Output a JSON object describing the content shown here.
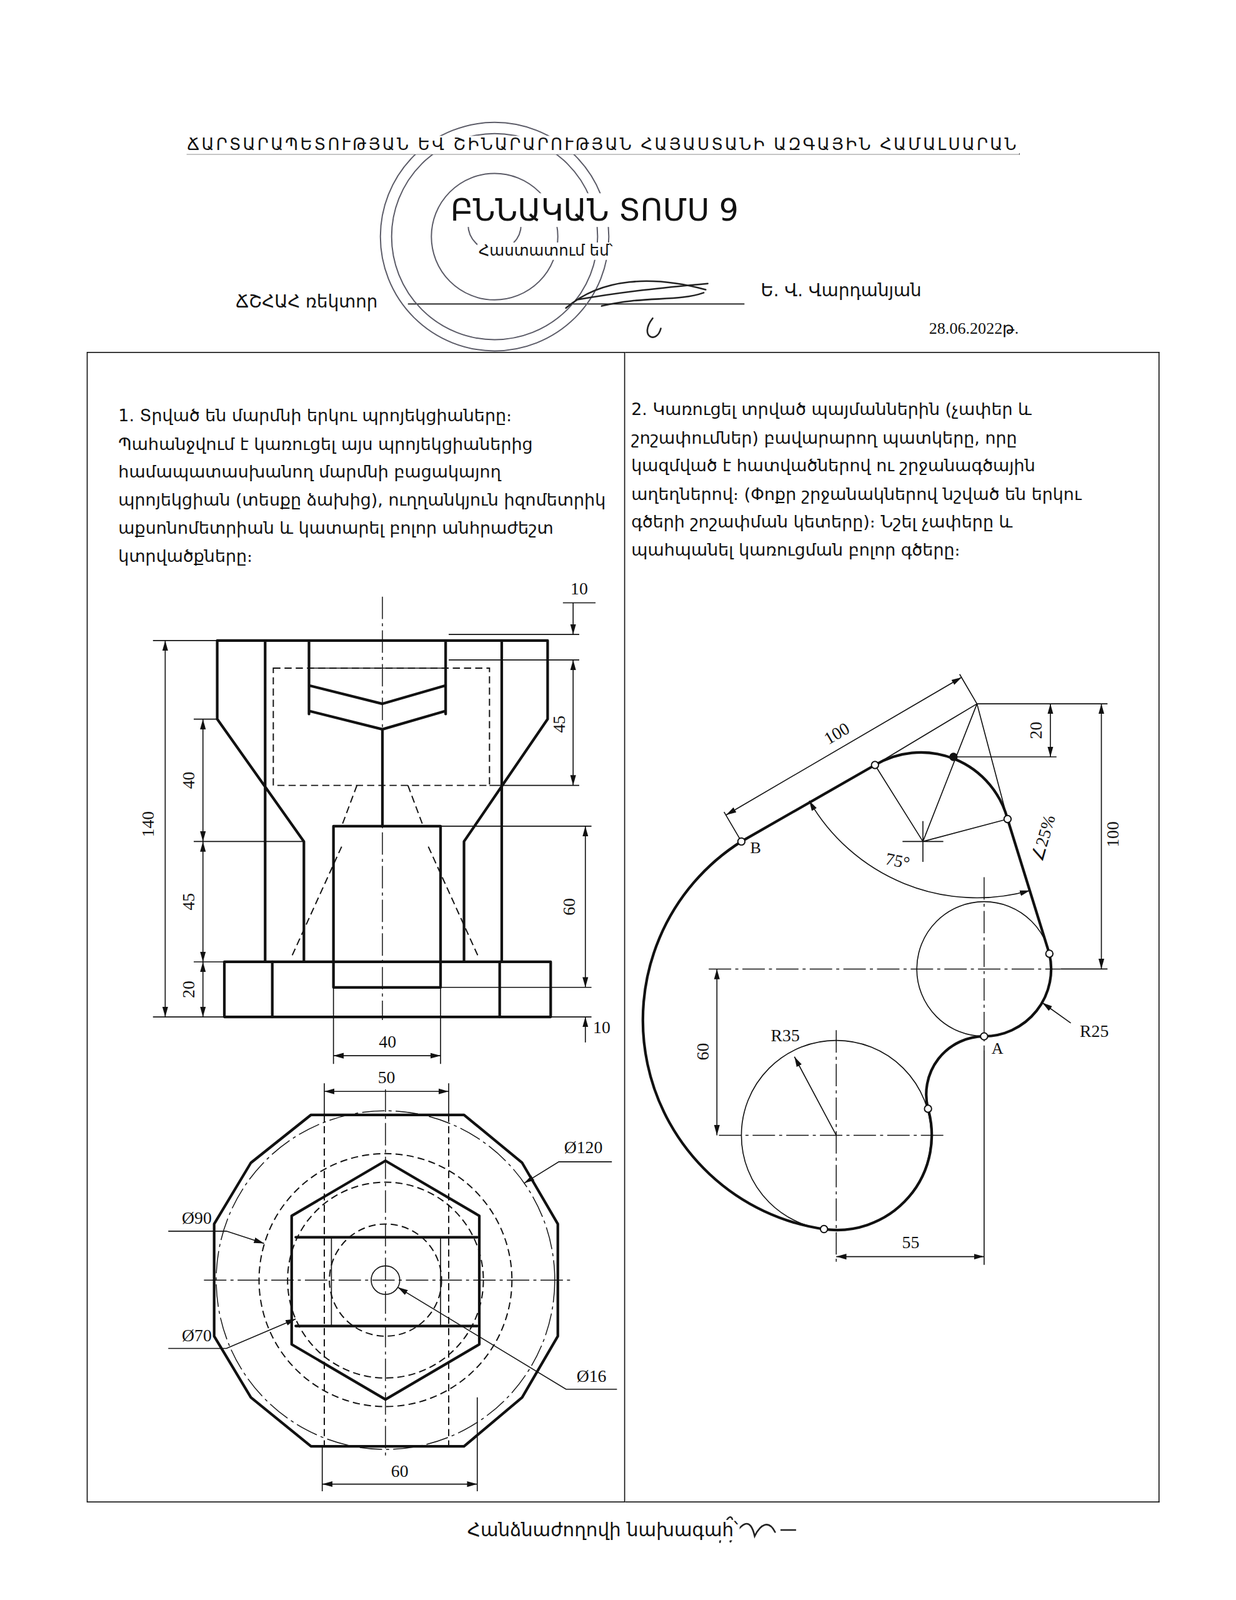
{
  "diagram": {
    "title": "ԲՆՆԱԿԱՆ ՏՈՄՍ 9",
    "nodes": [
      {
        "text": [
          "1. Տրված են մարմնի երկու պրոյեկցիաները։ Պահանջվում է կառուցել այս պրոյեկցիաներից համապատասխանող մարմնի բացակայող պրոյեկցիան (տեսքը ձախից), ուղղանկյուն իզոմետրիկ աքսոնոմետրիան և կատարել բոլոր անհրաժեշտ կտրվածքները։"
        ]
      },
      {
        "text": [
          "2. Կառուցել տրված պայմաններին (չափեր և շոշափումներ) բավարարող պատկերը, որը կազմված է հատվածներով ու շրջանագծային աղեղներով։ (Փոքր շրջանակներով նշված են երկու գծերի շոշափման կետերը)։ Նշել չափերը և պահպանել կառուցման բոլոր գծերը։"
        ]
      }
    ],
    "labels": [
      "ՃԱՐՏԱՐԱՊԵՏՈՒԹՅԱՆ ԵՎ ՇԻՆԱՐԱՐՈՒԹՅԱՆ ՀԱՅԱՍՏԱՆԻ ԱԶԳԱՅԻՆ ՀԱՄԱԼՍԱՐԱՆ",
      "Հաստատում եմ՝",
      "ՃՇՀԱՀ ռեկտոր",
      "Ե. Վ. Վարդանյան",
      "28.06.2022թ.",
      "10",
      "45",
      "140",
      "40",
      "45",
      "20",
      "60",
      "10",
      "40",
      "50",
      "Ø120",
      "Ø90",
      "Ø70",
      "Ø16",
      "60",
      "100",
      "20",
      "100",
      "∠25%",
      "75°",
      "B",
      "R35",
      "R25",
      "A",
      "60",
      "55",
      "Հանձնաժողովի նախագահ՝"
    ]
  }
}
